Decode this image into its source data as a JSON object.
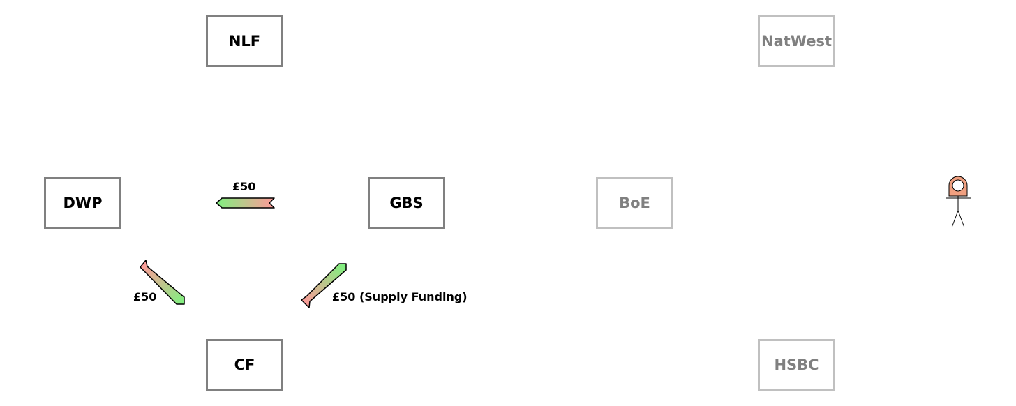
{
  "nodes": {
    "nlf": "NLF",
    "natwest": "NatWest",
    "dwp": "DWP",
    "gbs": "GBS",
    "boe": "BoE",
    "cf": "CF",
    "hsbc": "HSBC"
  },
  "flows": {
    "gbs_to_dwp": "£50",
    "dwp_to_cf": "£50",
    "cf_to_gbs": "£50 (Supply Funding)"
  },
  "colors": {
    "active_border": "#808080",
    "inactive_border": "#c0c0c0",
    "inactive_text": "#808080",
    "arrow_from": "#ff9999",
    "arrow_to": "#80f080",
    "person_fill": "#f0a080"
  }
}
